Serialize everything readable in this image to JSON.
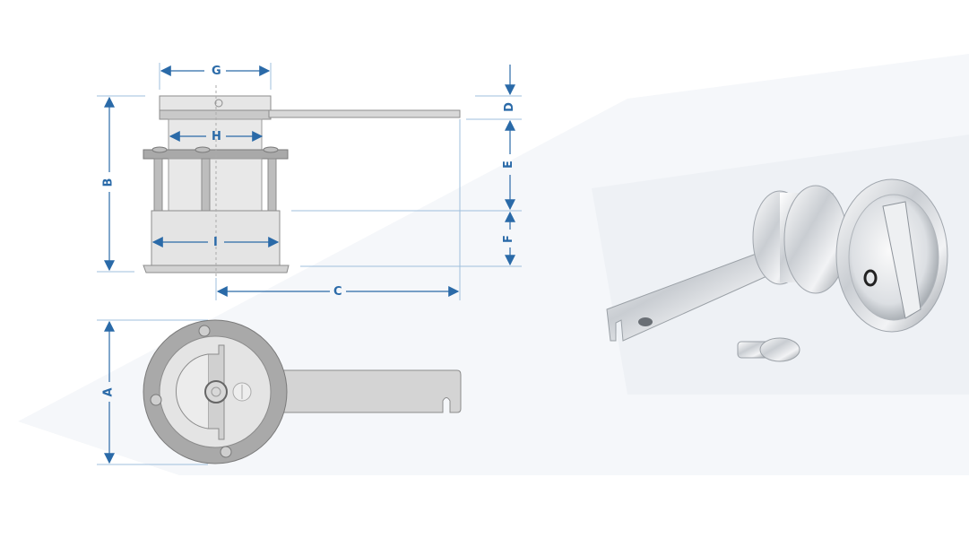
{
  "diagram": {
    "subject": "Flush pull-lock latch with lever arm and key",
    "views": [
      "side-elevation",
      "front-view",
      "product-photo"
    ],
    "dimension_labels": {
      "A": "A",
      "B": "B",
      "C": "C",
      "D": "D",
      "E": "E",
      "F": "F",
      "G": "G",
      "H": "H",
      "I": "I"
    },
    "colors": {
      "dimension_line": "#2a6aa8",
      "extension_line": "#9fbfdc",
      "part_fill": "#e4e4e4",
      "part_dark": "#a9a9a9",
      "part_outline": "#8c8c8c",
      "background_band": "#f4f6f9"
    }
  }
}
